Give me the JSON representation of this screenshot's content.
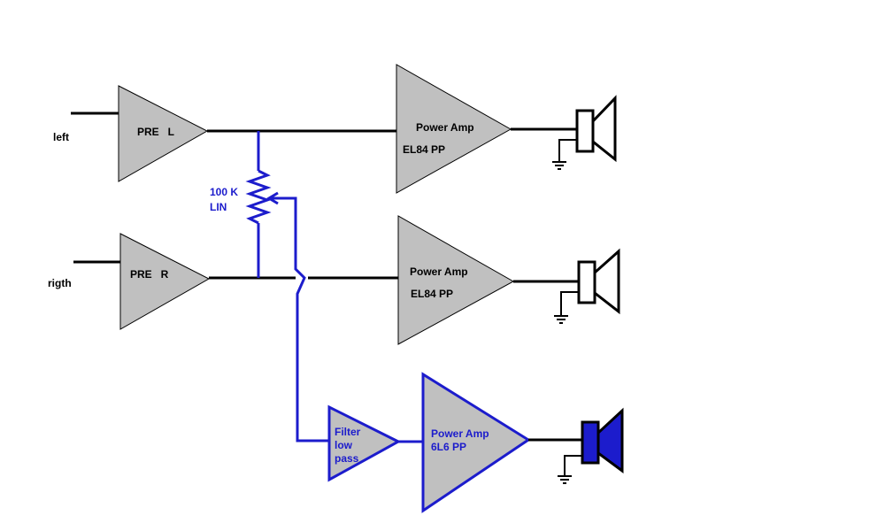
{
  "colors": {
    "background": "#ffffff",
    "wire": "#000000",
    "subwoofer_path": "#1c1ccc",
    "amp_fill": "#c0c0c0"
  },
  "inputs": {
    "left_label": "left",
    "right_label": "rigth"
  },
  "preamps": {
    "left_label": "PRE   L",
    "right_label": "PRE   R"
  },
  "potentiometer": {
    "value_label": "100 K",
    "taper_label": "LIN"
  },
  "power_amps": {
    "left": {
      "title": "Power Amp",
      "tube": "EL84 PP"
    },
    "right": {
      "title": "Power Amp",
      "tube": "EL84 PP"
    },
    "sub": {
      "title": "Power Amp",
      "tube": "6L6 PP"
    }
  },
  "filter": {
    "line1": "Filter",
    "line2": "low",
    "line3": "pass"
  },
  "icons": {
    "speaker": "speaker-icon",
    "ground": "ground-icon",
    "resistor": "resistor-icon"
  }
}
